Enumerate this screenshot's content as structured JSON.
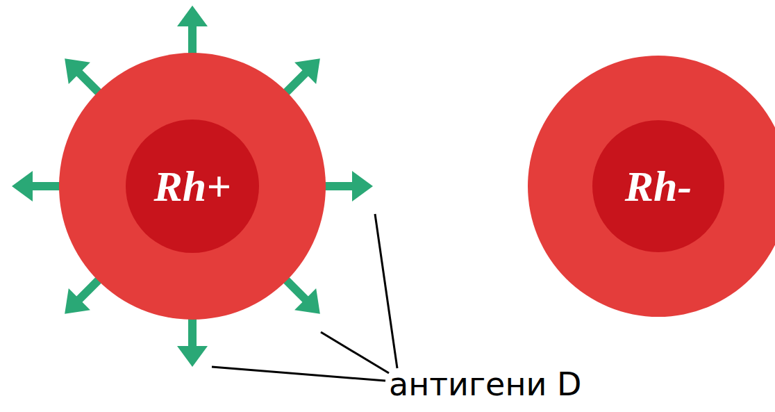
{
  "diagram": {
    "nodes": [
      {
        "text": [
          "Rh+"
        ]
      },
      {
        "text": [
          "Rh-"
        ]
      }
    ],
    "labels": [
      "антигени D"
    ]
  }
}
